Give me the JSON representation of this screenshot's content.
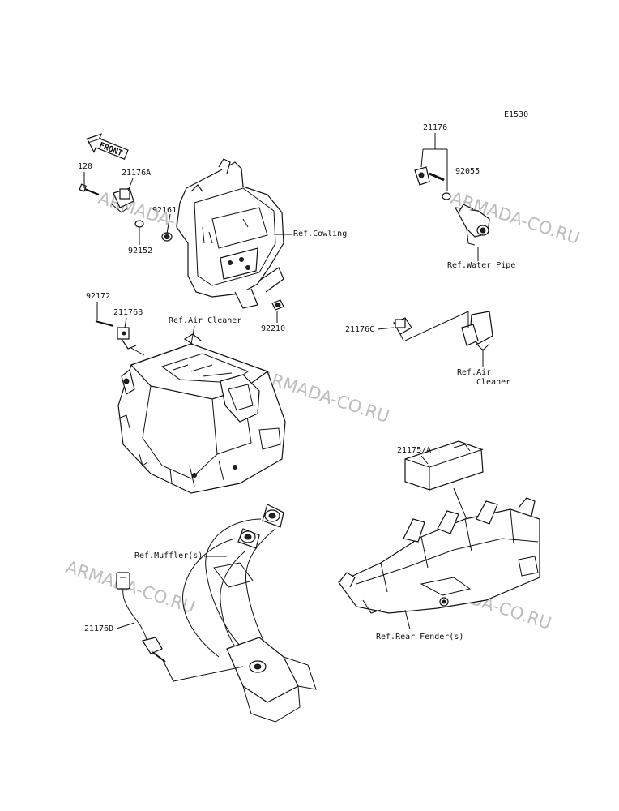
{
  "diagram_code": "E1530",
  "front_arrow": {
    "text": "FRONT",
    "icon": "front-arrow-icon"
  },
  "watermark": "ARMADA-CO.RU",
  "part_labels": {
    "p120": "120",
    "p21176A": "21176A",
    "p92161": "92161",
    "p92152": "92152",
    "p92172": "92172",
    "p21176B": "21176B",
    "p92210": "92210",
    "p21176": "21176",
    "p92055": "92055",
    "p21176C": "21176C",
    "p21175A": "21175/A",
    "p21176D": "21176D"
  },
  "ref_labels": {
    "cowling": "Ref.Cowling",
    "water_pipe": "Ref.Water Pipe",
    "air_cleaner_top": "Ref.Air Cleaner",
    "air_cleaner_right_1": "Ref.Air",
    "air_cleaner_right_2": "Cleaner",
    "mufflers": "Ref.Muffler(s)",
    "rear_fender": "Ref.Rear Fender(s)"
  }
}
